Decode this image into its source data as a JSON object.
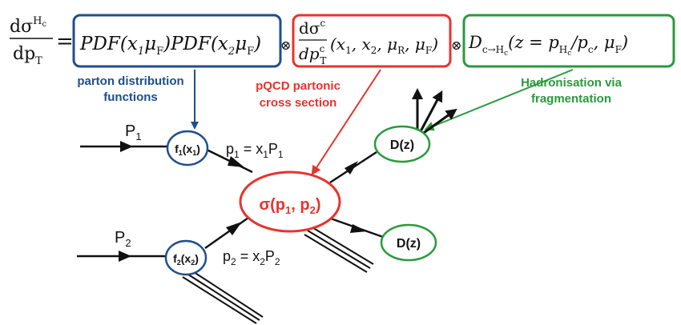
{
  "formula": {
    "lhs_numerator": "dσ",
    "lhs_numerator_sup": "H",
    "lhs_numerator_sup_sub": "c",
    "lhs_denominator": "dp",
    "lhs_denominator_sub": "T",
    "equals": "=",
    "pdf_term": "PDF(x₁μ_F)PDF(x₂μ_F)",
    "pdf_a": "PDF(x",
    "pdf_a_sub": "1",
    "pdf_a_mu": "μ",
    "pdf_a_mu_sub": "F",
    "pdf_a_close": ")",
    "pdf_b": "PDF(x",
    "pdf_b_sub": "2",
    "pdf_b_mu": "μ",
    "pdf_b_mu_sub": "F",
    "pdf_b_close": ")",
    "otimes": "⊗",
    "xs_numerator": "dσ",
    "xs_numerator_sup": "c",
    "xs_denominator": "dp",
    "xs_denominator_sup": "c",
    "xs_denominator_sub": "T",
    "xs_args": "(x₁, x₂, μ_R, μ_F)",
    "xs_open": "(x",
    "xs_x1_sub": "1",
    "xs_sep1": ", x",
    "xs_x2_sub": "2",
    "xs_sep2": ", μ",
    "xs_muR_sub": "R",
    "xs_sep3": ", μ",
    "xs_muF_sub": "F",
    "xs_close": ")",
    "frag_D": "D",
    "frag_D_sub": "c→H",
    "frag_D_sub_sub": "c",
    "frag_open": "(z = p",
    "frag_pH_sub": "H",
    "frag_pH_sub_sub": "c",
    "frag_slash": "/p",
    "frag_pc_sub": "c",
    "frag_sep": ", μ",
    "frag_mu_sub": "F",
    "frag_close": ")"
  },
  "labels": {
    "pdf_line1": "parton distribution",
    "pdf_line2": "functions",
    "pqcd_line1": "pQCD partonic",
    "pqcd_line2": "cross section",
    "hadron_line1": "Hadronisation via",
    "hadron_line2": "fragmentation"
  },
  "diagram": {
    "P1": "P",
    "P1_sub": "1",
    "P2": "P",
    "P2_sub": "2",
    "f1": "f",
    "f1_sub": "1",
    "f1_arg": "(x",
    "f1_arg_sub": "1",
    "f1_close": ")",
    "f2": "f",
    "f2_sub": "2",
    "f2_arg": "(x",
    "f2_arg_sub": "2",
    "f2_close": ")",
    "p1_eq": "p",
    "p1_eq_sub": "1",
    "p1_eq_mid": " = x",
    "p1_eq_x_sub": "1",
    "p1_eq_P": "P",
    "p1_eq_P_sub": "1",
    "p2_eq": "p",
    "p2_eq_sub": "2",
    "p2_eq_mid": " = x",
    "p2_eq_x_sub": "2",
    "p2_eq_P": "P",
    "p2_eq_P_sub": "2",
    "sigma": "σ(p",
    "sigma_sub1": "1",
    "sigma_mid": ", p",
    "sigma_sub2": "2",
    "sigma_close": ")",
    "Dz_top": "D(z)",
    "Dz_bottom": "D(z)"
  },
  "colors": {
    "blue": "#1f4e8c",
    "red": "#e8332e",
    "green": "#2a9a3c",
    "black": "#111111"
  }
}
